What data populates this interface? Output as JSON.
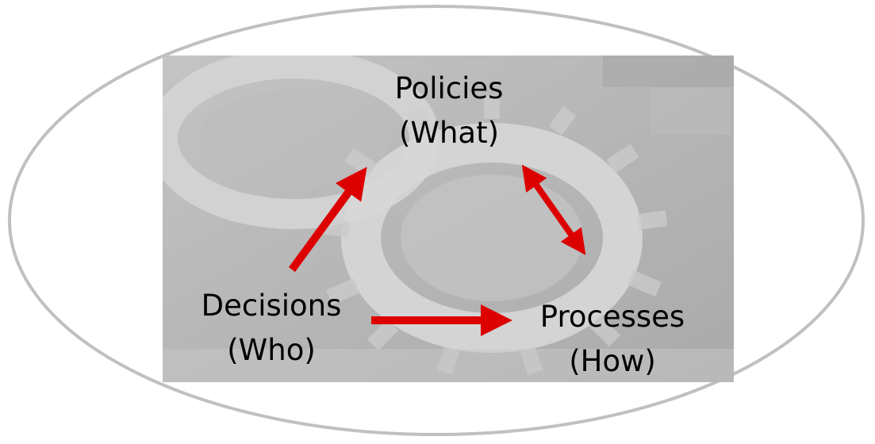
{
  "nodes": {
    "policies": {
      "line1": "Policies",
      "line2": "(What)"
    },
    "decisions": {
      "line1": "Decisions",
      "line2": "(Who)"
    },
    "processes": {
      "line1": "Processes",
      "line2": "(How)"
    }
  },
  "colors": {
    "arrow": "#dd0000",
    "ellipse_stroke": "#c0c0c0",
    "panel_background": "#b8b8b8",
    "gear": "#d4d4d4",
    "text": "#000000"
  },
  "background_image": "interlocking-gears-photo"
}
